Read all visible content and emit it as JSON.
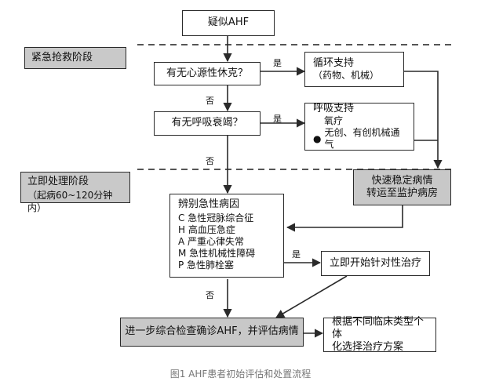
{
  "nodes": {
    "start": "疑似AHF",
    "cardiogenic_shock_q": "有无心源性休克？",
    "resp_failure_q": "有无呼吸衰竭？",
    "circulation_support_title": "循环支持",
    "circulation_support_sub": "（药物、机械）",
    "resp_support_title": "呼吸支持",
    "resp_support_line1": "氧疗",
    "resp_support_line2": "无创、有创机械通气",
    "stabilize_line1": "快速稳定病情",
    "stabilize_line2": "转运至监护病房",
    "identify_title": "辨别急性病因",
    "identify_items": [
      "C 急性冠脉综合征",
      "H 高血压急症",
      "A 严重心律失常",
      "M 急性机械性障碍",
      "P 急性肺栓塞"
    ],
    "targeted_treatment": "立即开始针对性治疗",
    "further_exam": "进一步综合检查确诊AHF，并评估病情",
    "individualized_line1": "根据不同临床类型个体",
    "individualized_line2": "化选择治疗方案"
  },
  "stages": {
    "emergency": "紧急抢救阶段",
    "immediate_title": "立即处理阶段",
    "immediate_sub": "（起病60~120分钟内）"
  },
  "edge_labels": {
    "yes1": "是",
    "no1": "否",
    "yes2": "是",
    "no2": "否",
    "yes3": "是",
    "no3": "否"
  },
  "caption": "图1 AHF患者初始评估和处置流程",
  "colors": {
    "gray_fill": "#c8c8c8",
    "line": "#2a2a2a",
    "caption": "#777777"
  }
}
